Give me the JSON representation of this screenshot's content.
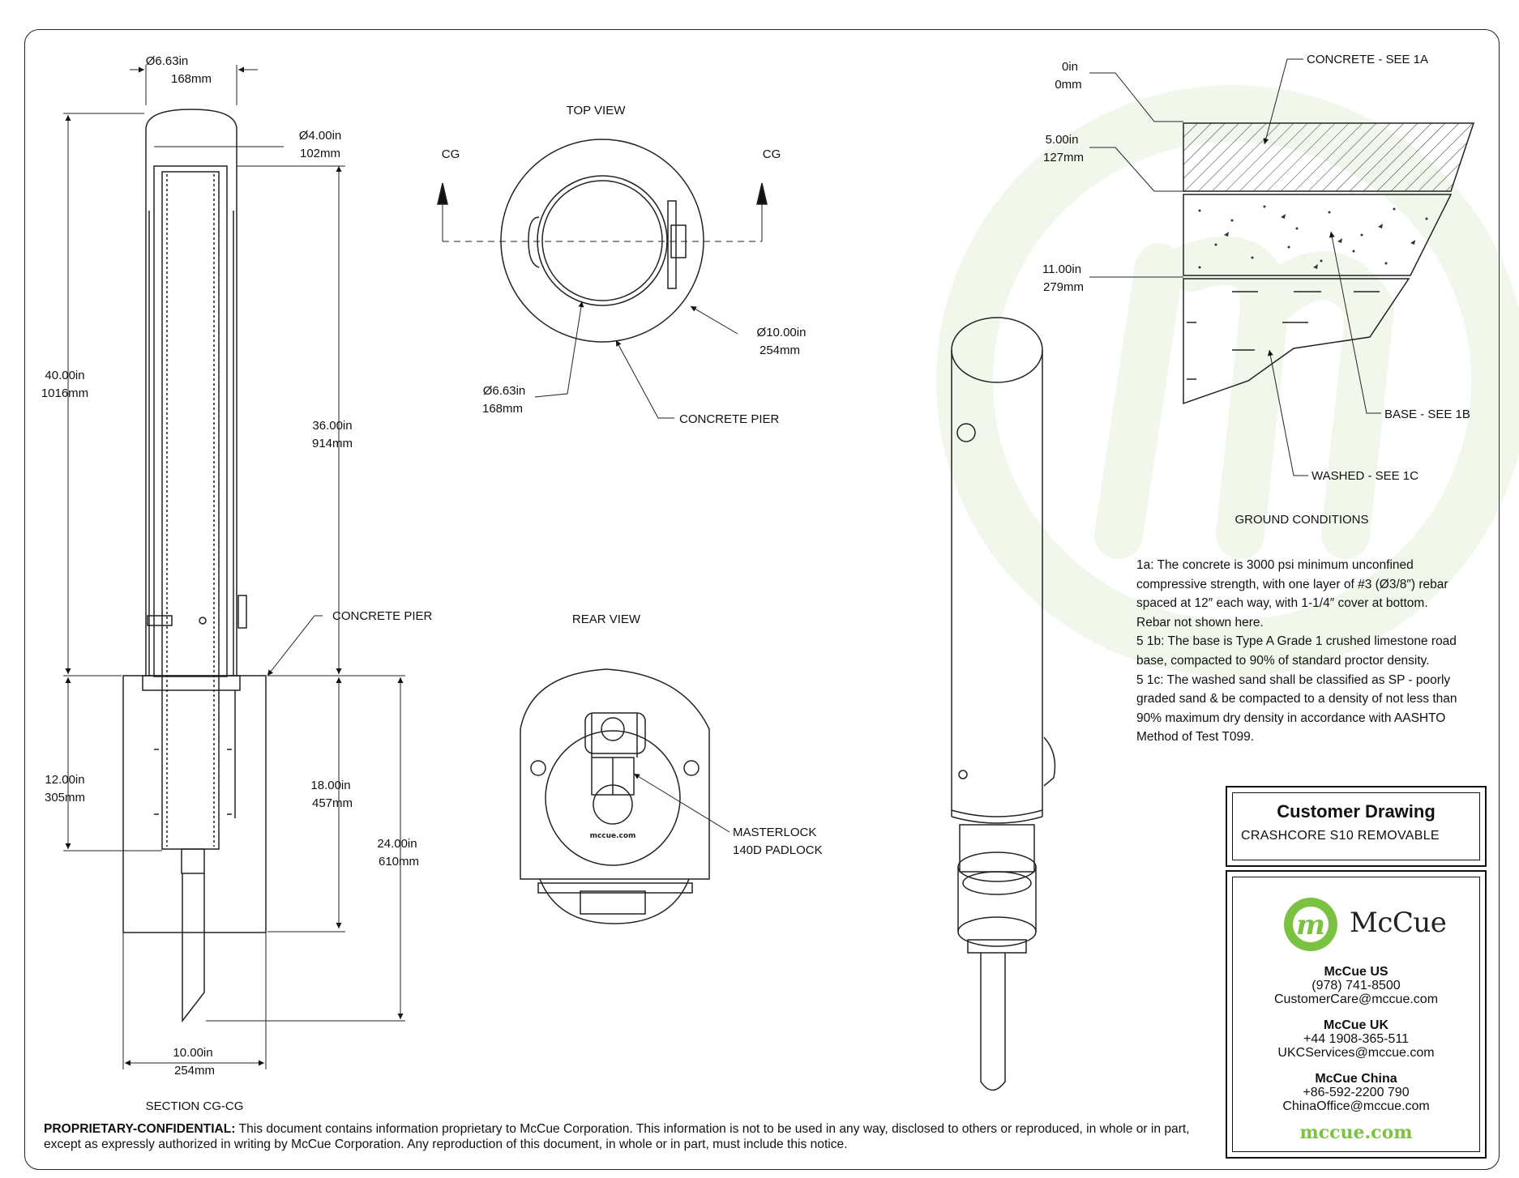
{
  "colors": {
    "brand_green": "#7cc242",
    "line": "#222222"
  },
  "section": {
    "caption": "SECTION CG-CG",
    "dims": {
      "top_dia": [
        "Ø6.63in",
        "168mm"
      ],
      "inner_dia": [
        "Ø4.00in",
        "102mm"
      ],
      "height_40": [
        "40.00in",
        "1016mm"
      ],
      "height_36": [
        "36.00in",
        "914mm"
      ],
      "depth_12": [
        "12.00in",
        "305mm"
      ],
      "depth_18": [
        "18.00in",
        "457mm"
      ],
      "depth_24": [
        "24.00in",
        "610mm"
      ],
      "width_10": [
        "10.00in",
        "254mm"
      ]
    },
    "callout_pier": "CONCRETE PIER"
  },
  "top_view": {
    "title": "TOP VIEW",
    "cg_left": "CG",
    "cg_right": "CG",
    "dim_outer": [
      "Ø10.00in",
      "254mm"
    ],
    "dim_inner": [
      "Ø6.63in",
      "168mm"
    ],
    "callout_pier": "CONCRETE PIER"
  },
  "rear_view": {
    "title": "REAR VIEW",
    "callout_lock_1": "MASTERLOCK",
    "callout_lock_2": "140D PADLOCK",
    "logo_text": "mccue.com"
  },
  "ground": {
    "title": "GROUND CONDITIONS",
    "depth_0": [
      "0in",
      "0mm"
    ],
    "depth_5": [
      "5.00in",
      "127mm"
    ],
    "depth_11": [
      "11.00in",
      "279mm"
    ],
    "callout_concrete": "CONCRETE - SEE 1A",
    "callout_base": "BASE - SEE 1B",
    "callout_washed": "WASHED - SEE 1C"
  },
  "notes": [
    "1a: The concrete is 3000 psi minimum unconfined compressive strength, with one layer of #3 (Ø3/8″) rebar spaced at 12″ each way, with 1-1/4″ cover at bottom. Rebar not shown here.",
    "5 1b: The base is Type A Grade 1 crushed limestone road base, compacted to 90% of standard proctor density.",
    "5 1c: The washed sand shall be classified as SP - poorly graded sand & be compacted to a density of not less than 90% maximum dry density in accordance with AASHTO Method of Test T099."
  ],
  "title_block": {
    "title": "Customer Drawing",
    "subtitle": "CRASHCORE S10 REMOVABLE"
  },
  "contact": {
    "brand": "McCue",
    "logo_letter": "m",
    "offices": [
      {
        "name": "McCue US",
        "phone": "(978) 741-8500",
        "email": "CustomerCare@mccue.com"
      },
      {
        "name": "McCue UK",
        "phone": "+44 1908-365-511",
        "email": "UKCServices@mccue.com"
      },
      {
        "name": "McCue China",
        "phone": "+86-592-2200 790",
        "email": "ChinaOffice@mccue.com"
      }
    ],
    "website": "mccue.com"
  },
  "confidential": {
    "label": "PROPRIETARY-CONFIDENTIAL:",
    "text": "This document contains information proprietary to McCue Corporation. This information is not to be used in any way, disclosed to others or reproduced, in whole or in part, except as expressly authorized in writing by McCue Corporation. Any reproduction of this document, in whole or in part, must include this notice."
  }
}
